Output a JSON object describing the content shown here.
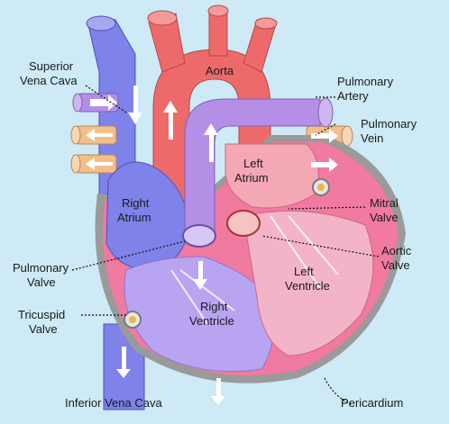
{
  "labels": {
    "superior_vena_cava": [
      "Superior",
      "Vena Cava"
    ],
    "aorta": "Aorta",
    "pulmonary_artery": [
      "Pulmonary",
      "Artery"
    ],
    "pulmonary_vein": [
      "Pulmonary",
      "Vein"
    ],
    "left_atrium": [
      "Left",
      "Atrium"
    ],
    "right_atrium": [
      "Right",
      "Atrium"
    ],
    "mitral_valve": [
      "Mitral",
      "Valve"
    ],
    "aortic_valve": [
      "Aortic",
      "Valve"
    ],
    "pulmonary_valve": [
      "Pulmonary",
      "Valve"
    ],
    "left_ventricle": [
      "Left",
      "Ventricle"
    ],
    "right_ventricle": [
      "Right",
      "Ventricle"
    ],
    "tricuspid_valve": [
      "Tricuspid",
      "Valve"
    ],
    "inferior_vena_cava": "Inferior Vena Cava",
    "pericardium": "Pericardium"
  },
  "colors": {
    "background": "#cdeaf6",
    "deoxygenated": "#7f82e8",
    "oxygenated": "#ee6a6a",
    "pulmonary_artery": "#b58fe6",
    "pulmonary_vein": "#f2bf8a",
    "heart_muscle": "#f07aa0",
    "pericardium": "#9a9a9a"
  }
}
